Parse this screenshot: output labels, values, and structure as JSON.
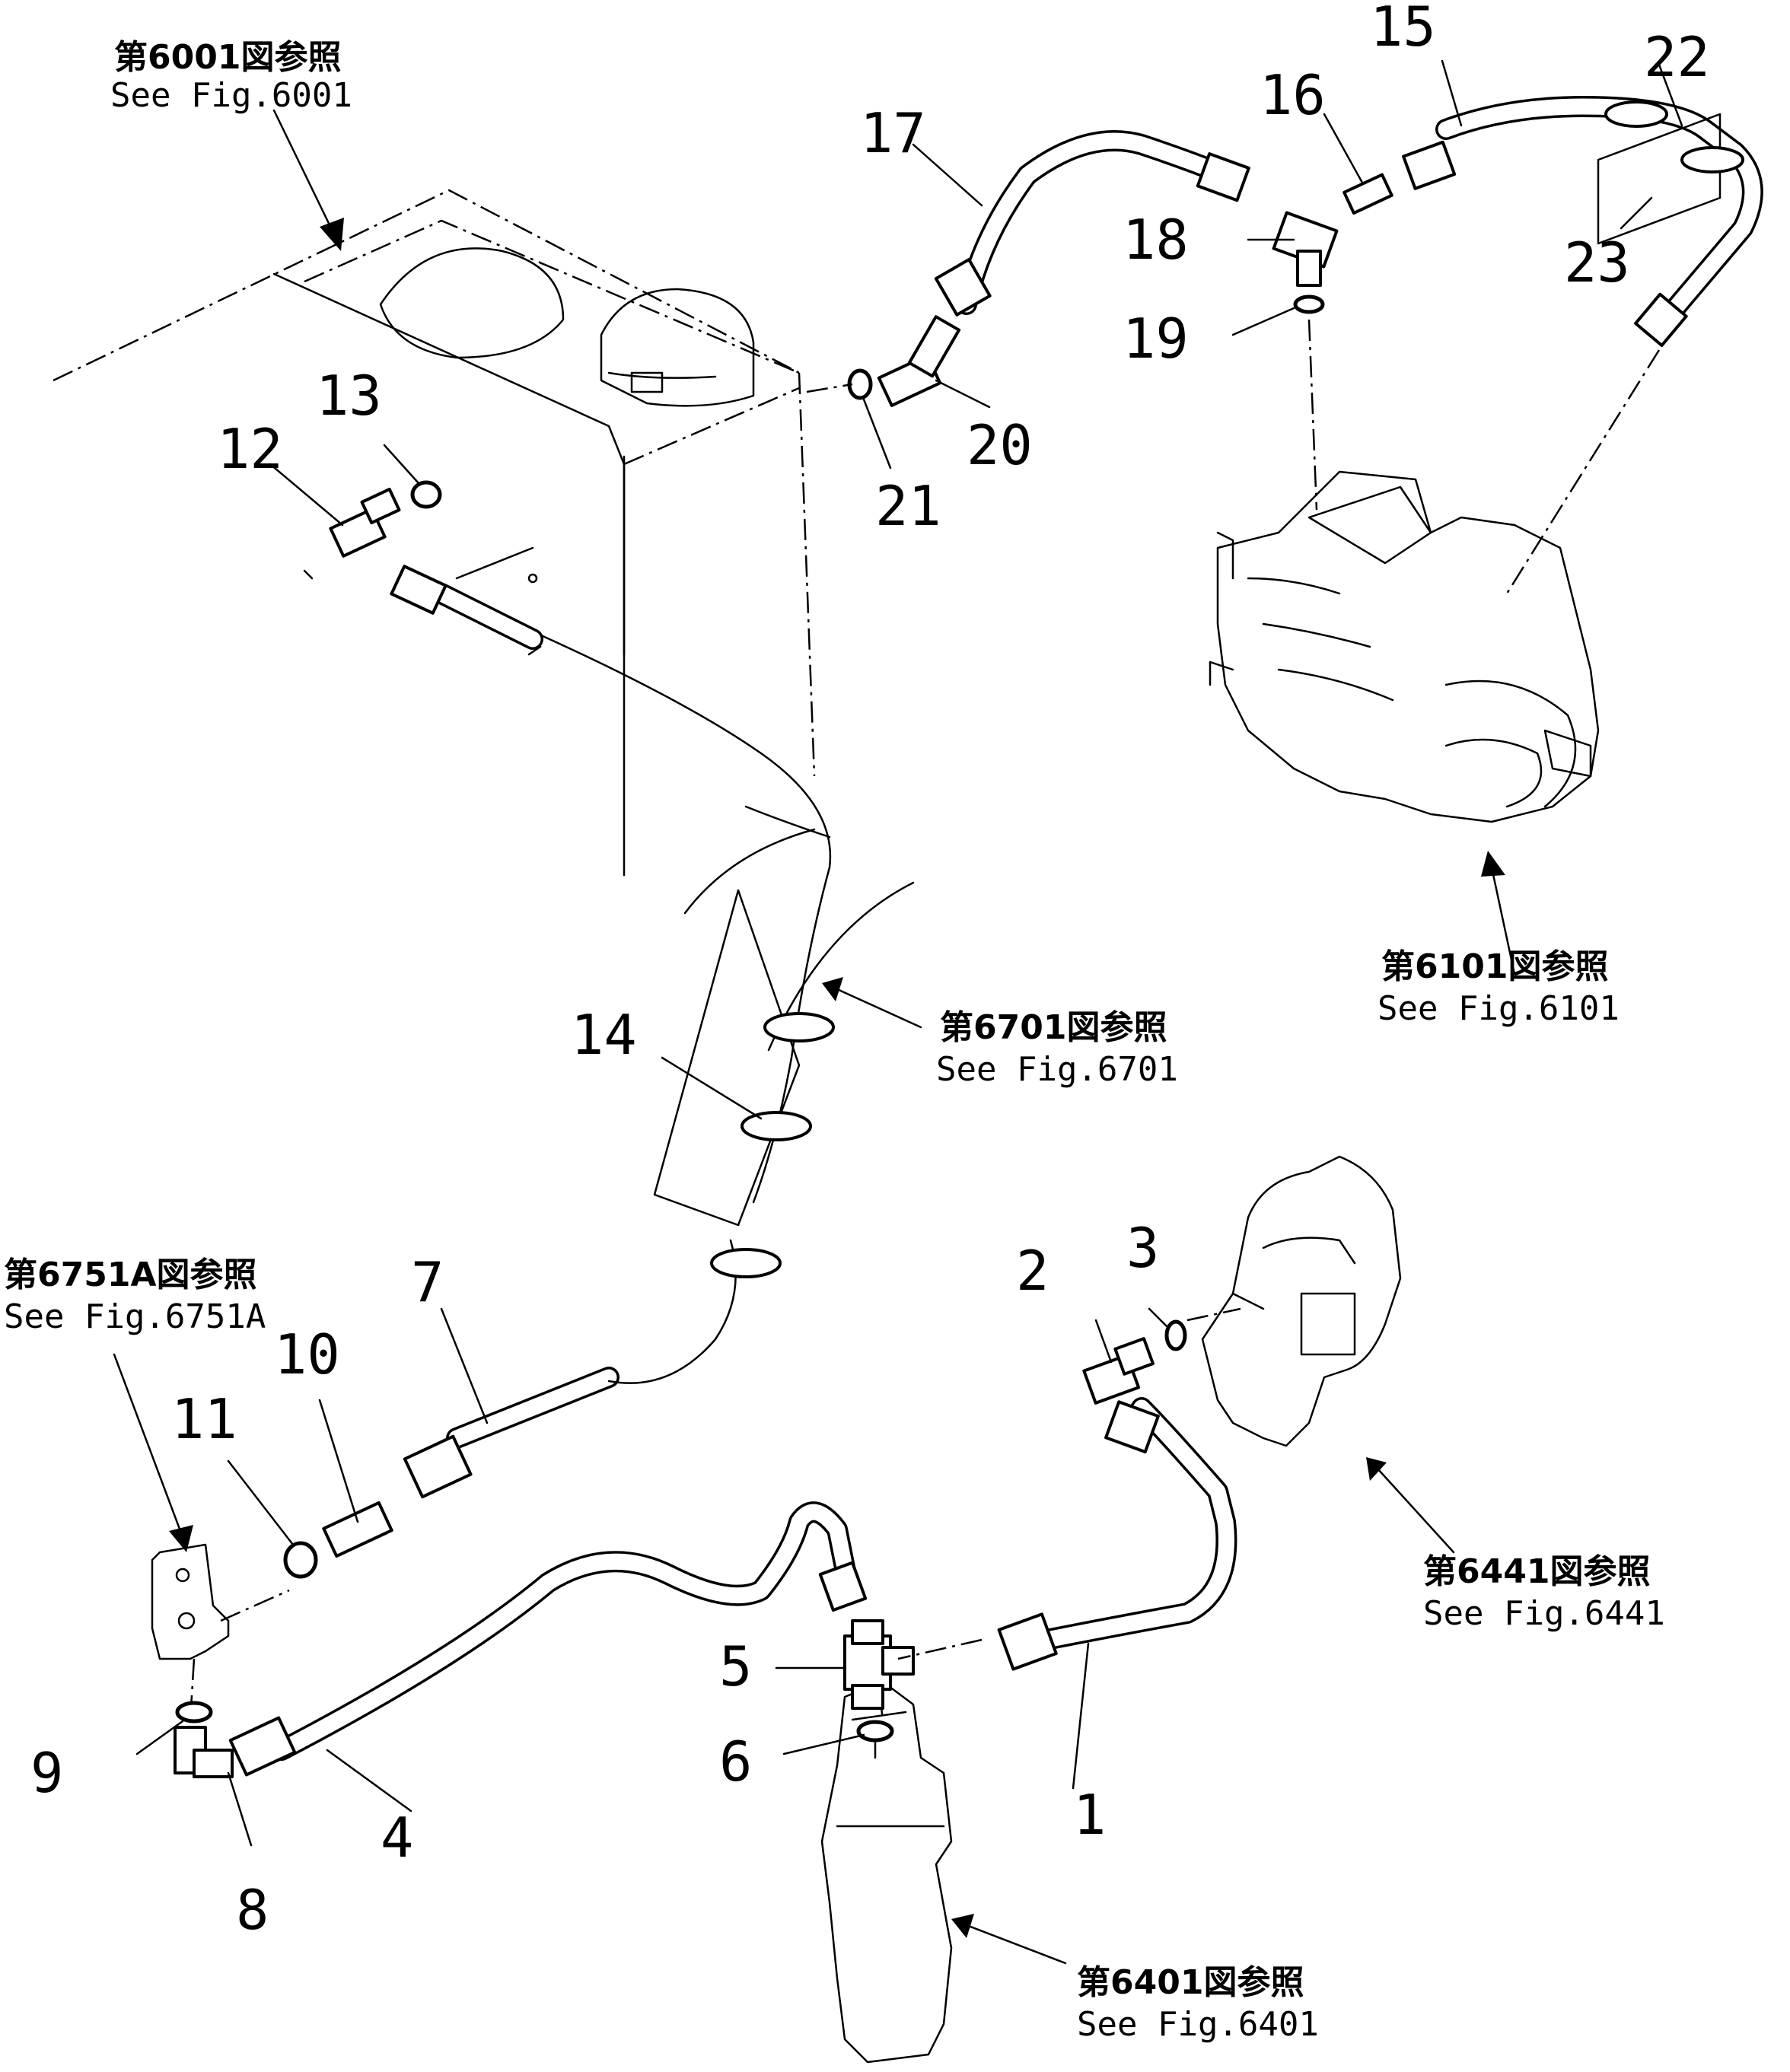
{
  "callouts": [
    {
      "id": "p1",
      "text": "1"
    },
    {
      "id": "p2",
      "text": "2"
    },
    {
      "id": "p3",
      "text": "3"
    },
    {
      "id": "p4",
      "text": "4"
    },
    {
      "id": "p5",
      "text": "5"
    },
    {
      "id": "p6",
      "text": "6"
    },
    {
      "id": "p7",
      "text": "7"
    },
    {
      "id": "p8",
      "text": "8"
    },
    {
      "id": "p9",
      "text": "9"
    },
    {
      "id": "p10",
      "text": "10"
    },
    {
      "id": "p11",
      "text": "11"
    },
    {
      "id": "p12",
      "text": "12"
    },
    {
      "id": "p13",
      "text": "13"
    },
    {
      "id": "p14",
      "text": "14"
    },
    {
      "id": "p15",
      "text": "15"
    },
    {
      "id": "p16",
      "text": "16"
    },
    {
      "id": "p17",
      "text": "17"
    },
    {
      "id": "p18",
      "text": "18"
    },
    {
      "id": "p19",
      "text": "19"
    },
    {
      "id": "p20",
      "text": "20"
    },
    {
      "id": "p21",
      "text": "21"
    },
    {
      "id": "p22",
      "text": "22"
    },
    {
      "id": "p23",
      "text": "23"
    }
  ],
  "references": [
    {
      "id": "fig6001",
      "jp": "第6001図参照",
      "en": "See Fig.6001"
    },
    {
      "id": "fig6101",
      "jp": "第6101図参照",
      "en": "See Fig.6101"
    },
    {
      "id": "fig6701",
      "jp": "第6701図参照",
      "en": "See Fig.6701"
    },
    {
      "id": "fig6751a",
      "jp": "第6751A図参照",
      "en": "See Fig.6751A"
    },
    {
      "id": "fig6441",
      "jp": "第6441図参照",
      "en": "See Fig.6441"
    },
    {
      "id": "fig6401",
      "jp": "第6401図参照",
      "en": "See Fig.6401"
    }
  ]
}
